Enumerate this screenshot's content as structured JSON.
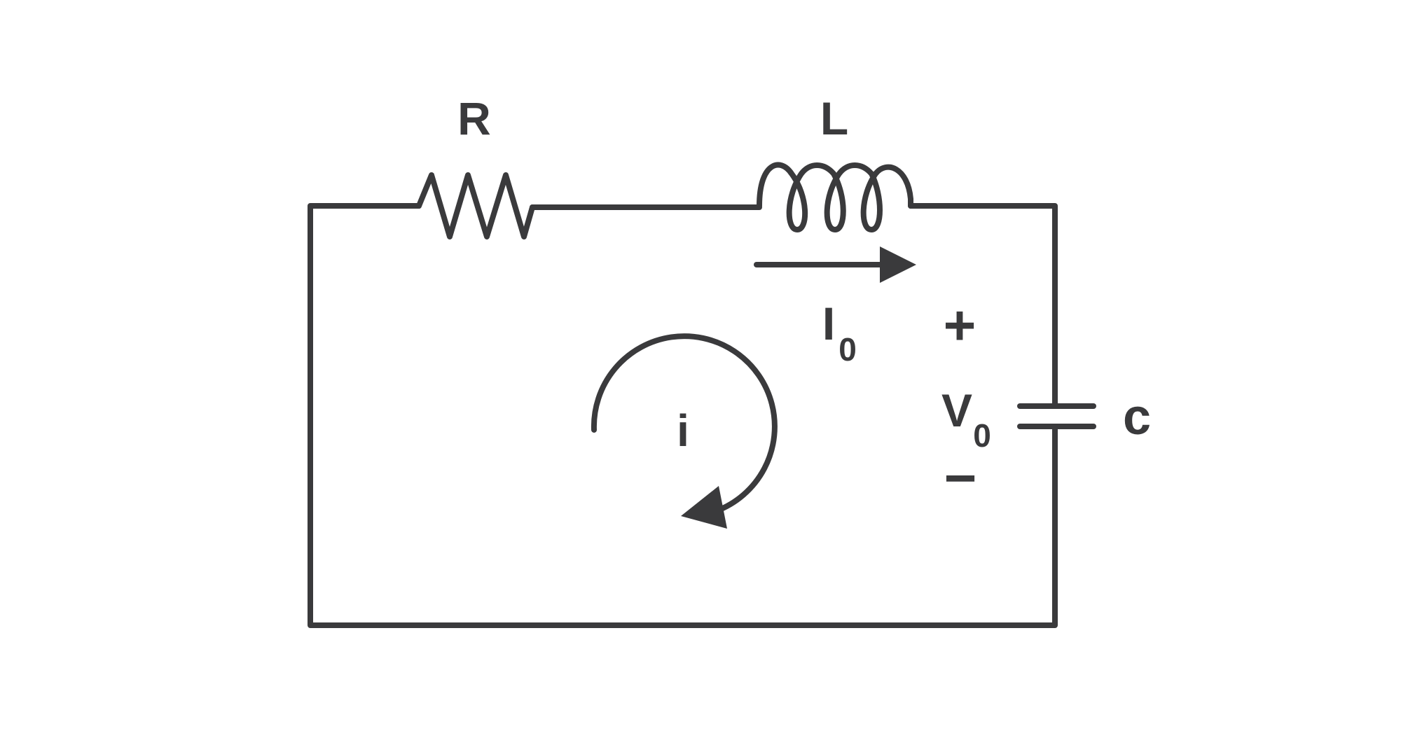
{
  "diagram": {
    "stroke_color": "#3a3a3c",
    "background": "#ffffff",
    "labels": {
      "resistor": "R",
      "inductor": "L",
      "capacitor": "c",
      "current_main": "I",
      "current_sub": "0",
      "voltage_main": "V",
      "voltage_sub": "0",
      "loop_current": "i",
      "plus": "+",
      "minus": "−"
    }
  }
}
